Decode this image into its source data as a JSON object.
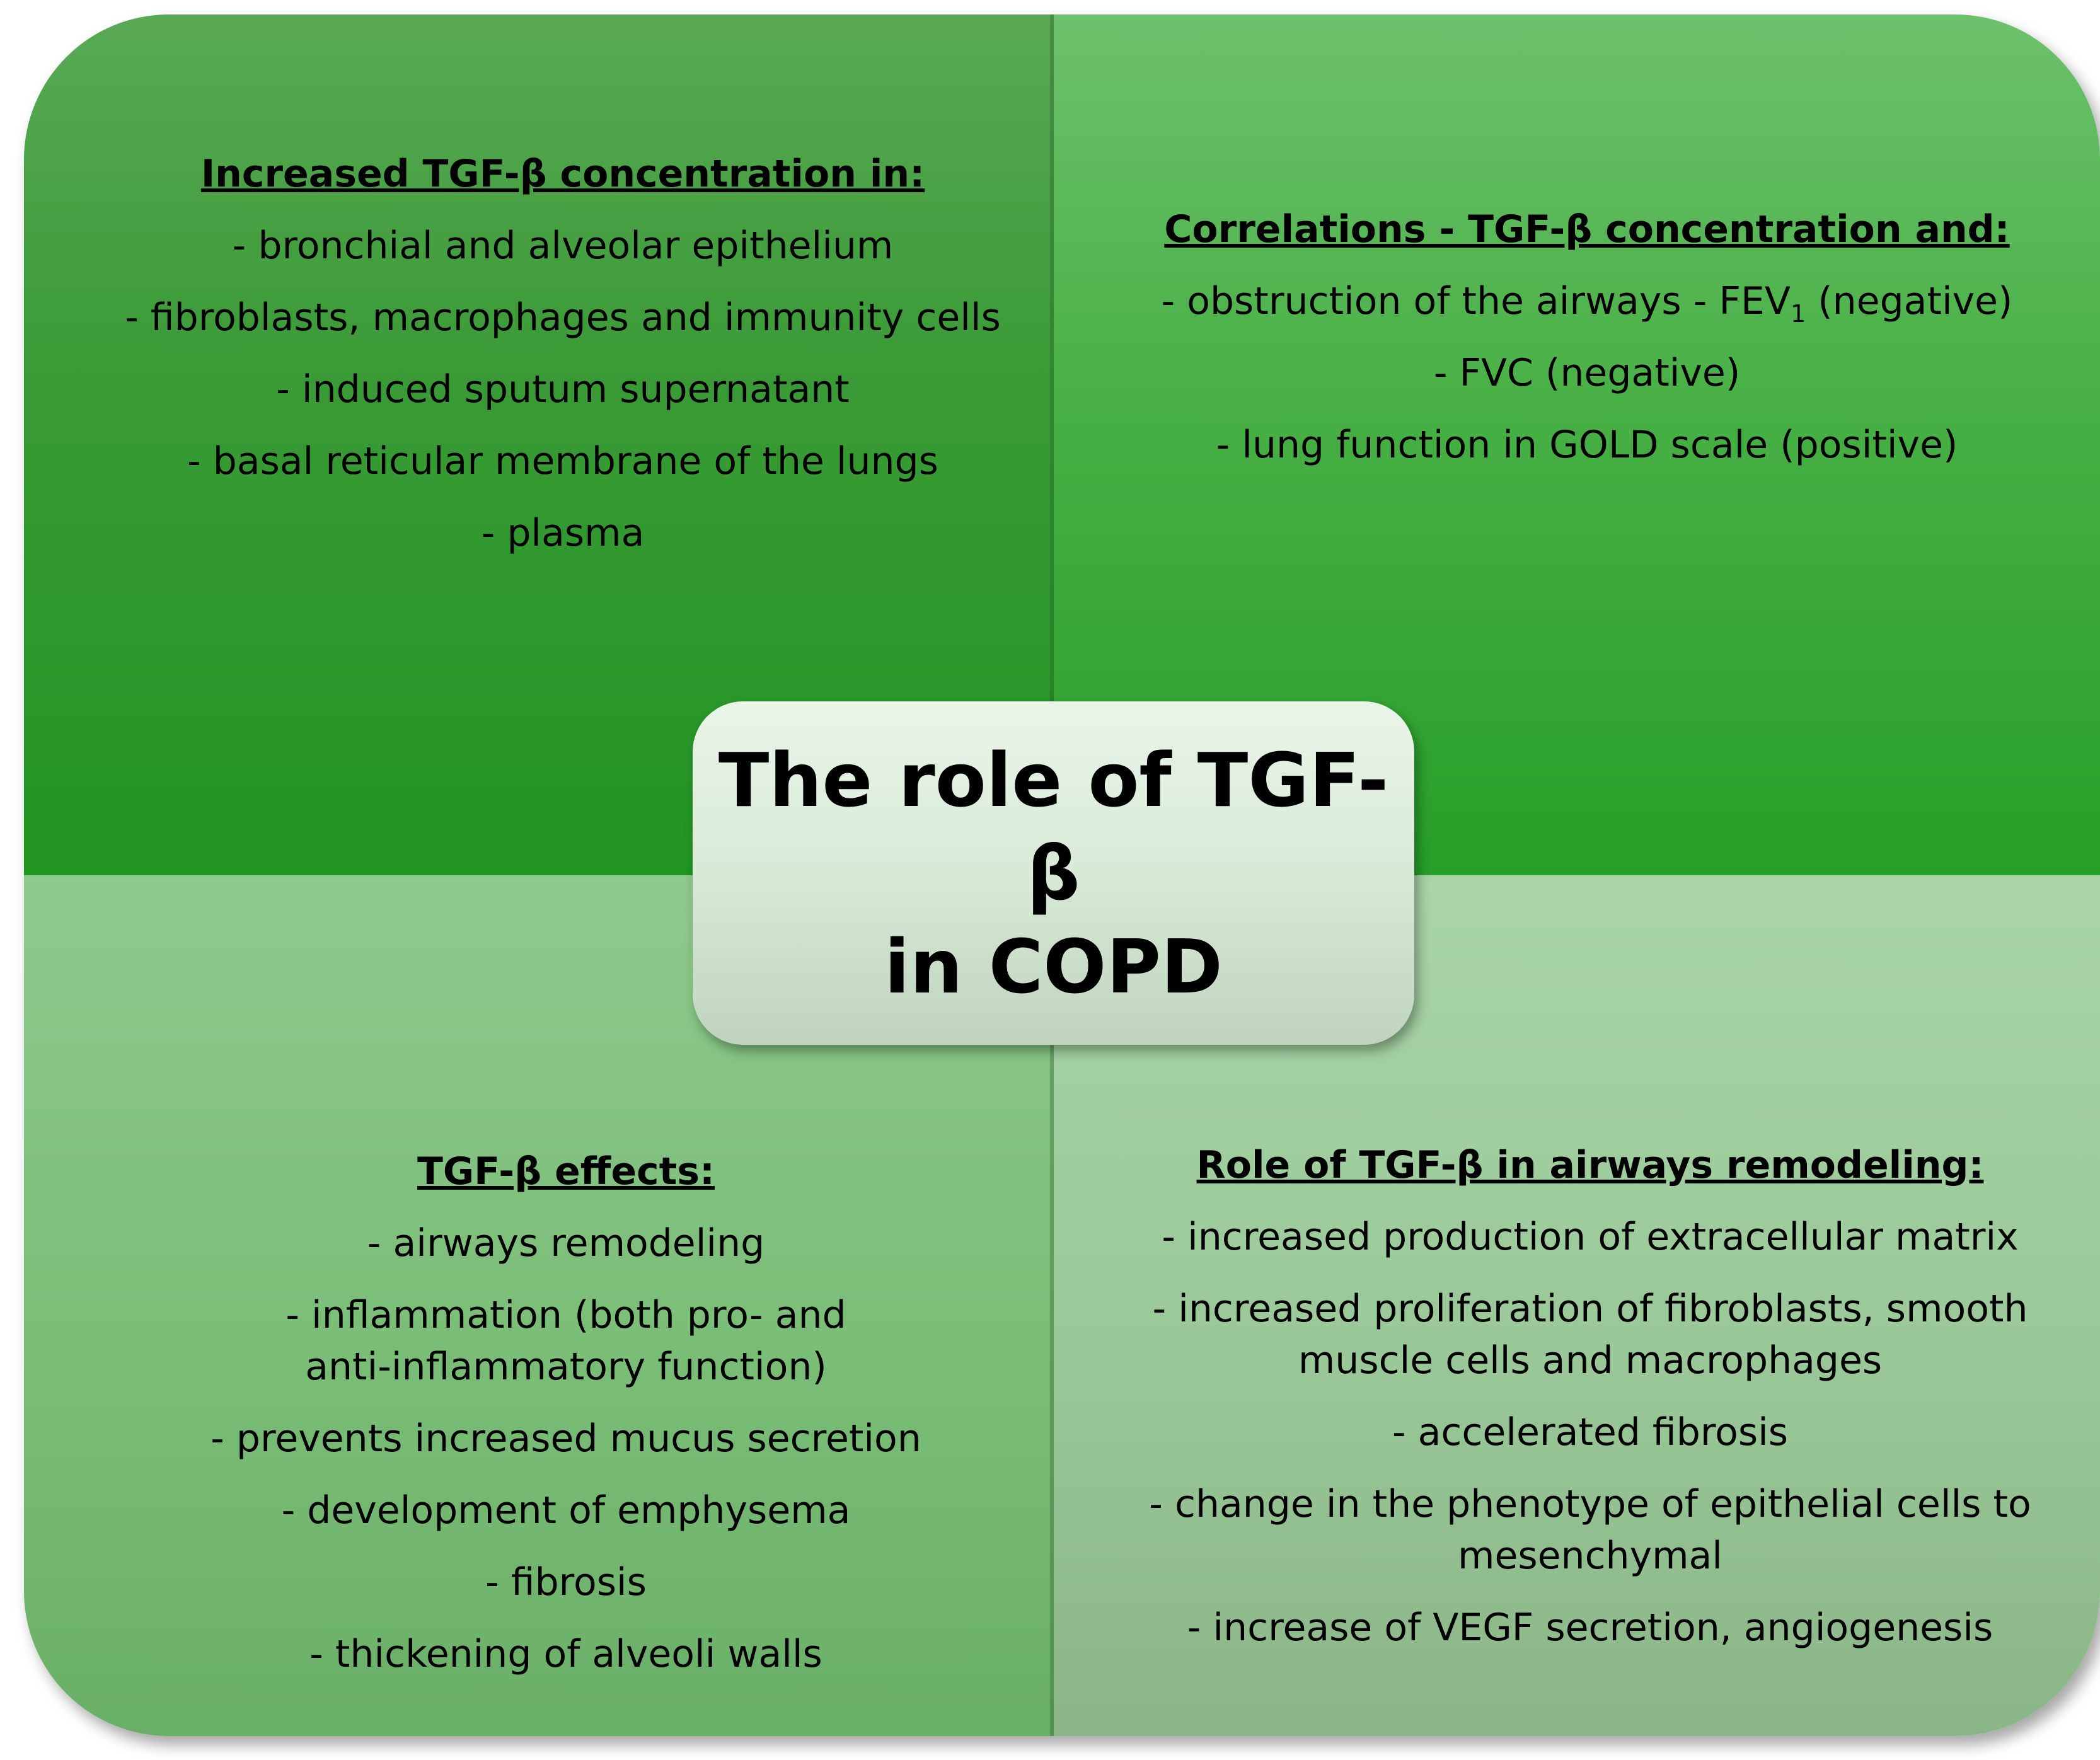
{
  "center": {
    "title_line1": "The role of TGF-β",
    "title_line2": "in COPD"
  },
  "top_left": {
    "heading": "Increased TGF-β concentration in:",
    "items": [
      "- bronchial and alveolar epithelium",
      "- fibroblasts, macrophages and immunity cells",
      "- induced sputum supernatant",
      "- basal reticular membrane of the lungs",
      "- plasma"
    ]
  },
  "top_right": {
    "heading": "Correlations - TGF-β concentration and:",
    "item1_pre": "- obstruction of the airways - FEV",
    "item1_sub": "1",
    "item1_post": " (negative)",
    "items": [
      "- FVC (negative)",
      "- lung function in GOLD scale (positive)"
    ]
  },
  "bottom_left": {
    "heading": "TGF-β effects:",
    "items": [
      "- airways remodeling",
      "- inflammation (both pro- and anti-inflammatory function)",
      "- prevents increased mucus secretion",
      "- development of emphysema",
      "- fibrosis",
      "- thickening of alveoli walls"
    ]
  },
  "bottom_right": {
    "heading": "Role of TGF-β in airways remodeling:",
    "items": [
      "- increased production of extracellular matrix",
      "- increased proliferation of fibroblasts, smooth muscle cells and macrophages",
      "- accelerated fibrosis",
      "- change in the phenotype of epithelial cells to mesenchymal",
      "- increase of VEGF secretion, angiogenesis"
    ]
  },
  "colors": {
    "top_left": "#2a9a2a",
    "top_right": "#3eab3c",
    "bottom_left": "#7cbf79",
    "bottom_right": "#9ac898",
    "center_box": "#d7ead6"
  }
}
